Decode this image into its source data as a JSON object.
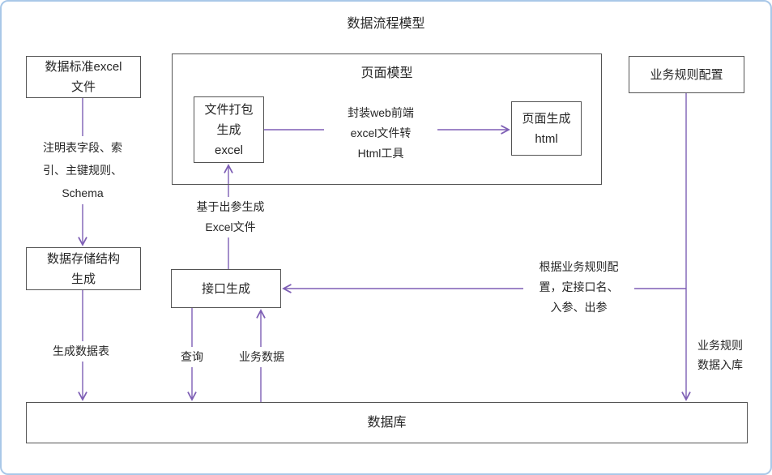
{
  "title": "数据流程模型",
  "boxes": {
    "excel_file": [
      "数据标准excel",
      "文件"
    ],
    "page_model_title": "页面模型",
    "file_pack": [
      "文件打包",
      "生成",
      "excel"
    ],
    "page_gen": [
      "页面生成",
      "html"
    ],
    "biz_rule": "业务规则配置",
    "storage_gen": [
      "数据存储结构",
      "生成"
    ],
    "api_gen": "接口生成",
    "database": "数据库"
  },
  "labels": {
    "schema_note": [
      "注明表字段、索",
      "引、主键规则、",
      "Schema"
    ],
    "gen_table": "生成数据表",
    "web_tool": [
      "封装web前端",
      "excel文件转",
      "Html工具"
    ],
    "excel_out": [
      "基于出参生成",
      "Excel文件"
    ],
    "rule_config": [
      "根据业务规则配",
      "置，定接口名、",
      "入参、出参"
    ],
    "query": "查询",
    "biz_data": "业务数据",
    "rule_db": [
      "业务规则",
      "数据入库"
    ]
  },
  "colors": {
    "arrow": "#7e5fb5",
    "box_border": "#545454",
    "outer_border": "#a9c8e8",
    "text": "#262626"
  }
}
